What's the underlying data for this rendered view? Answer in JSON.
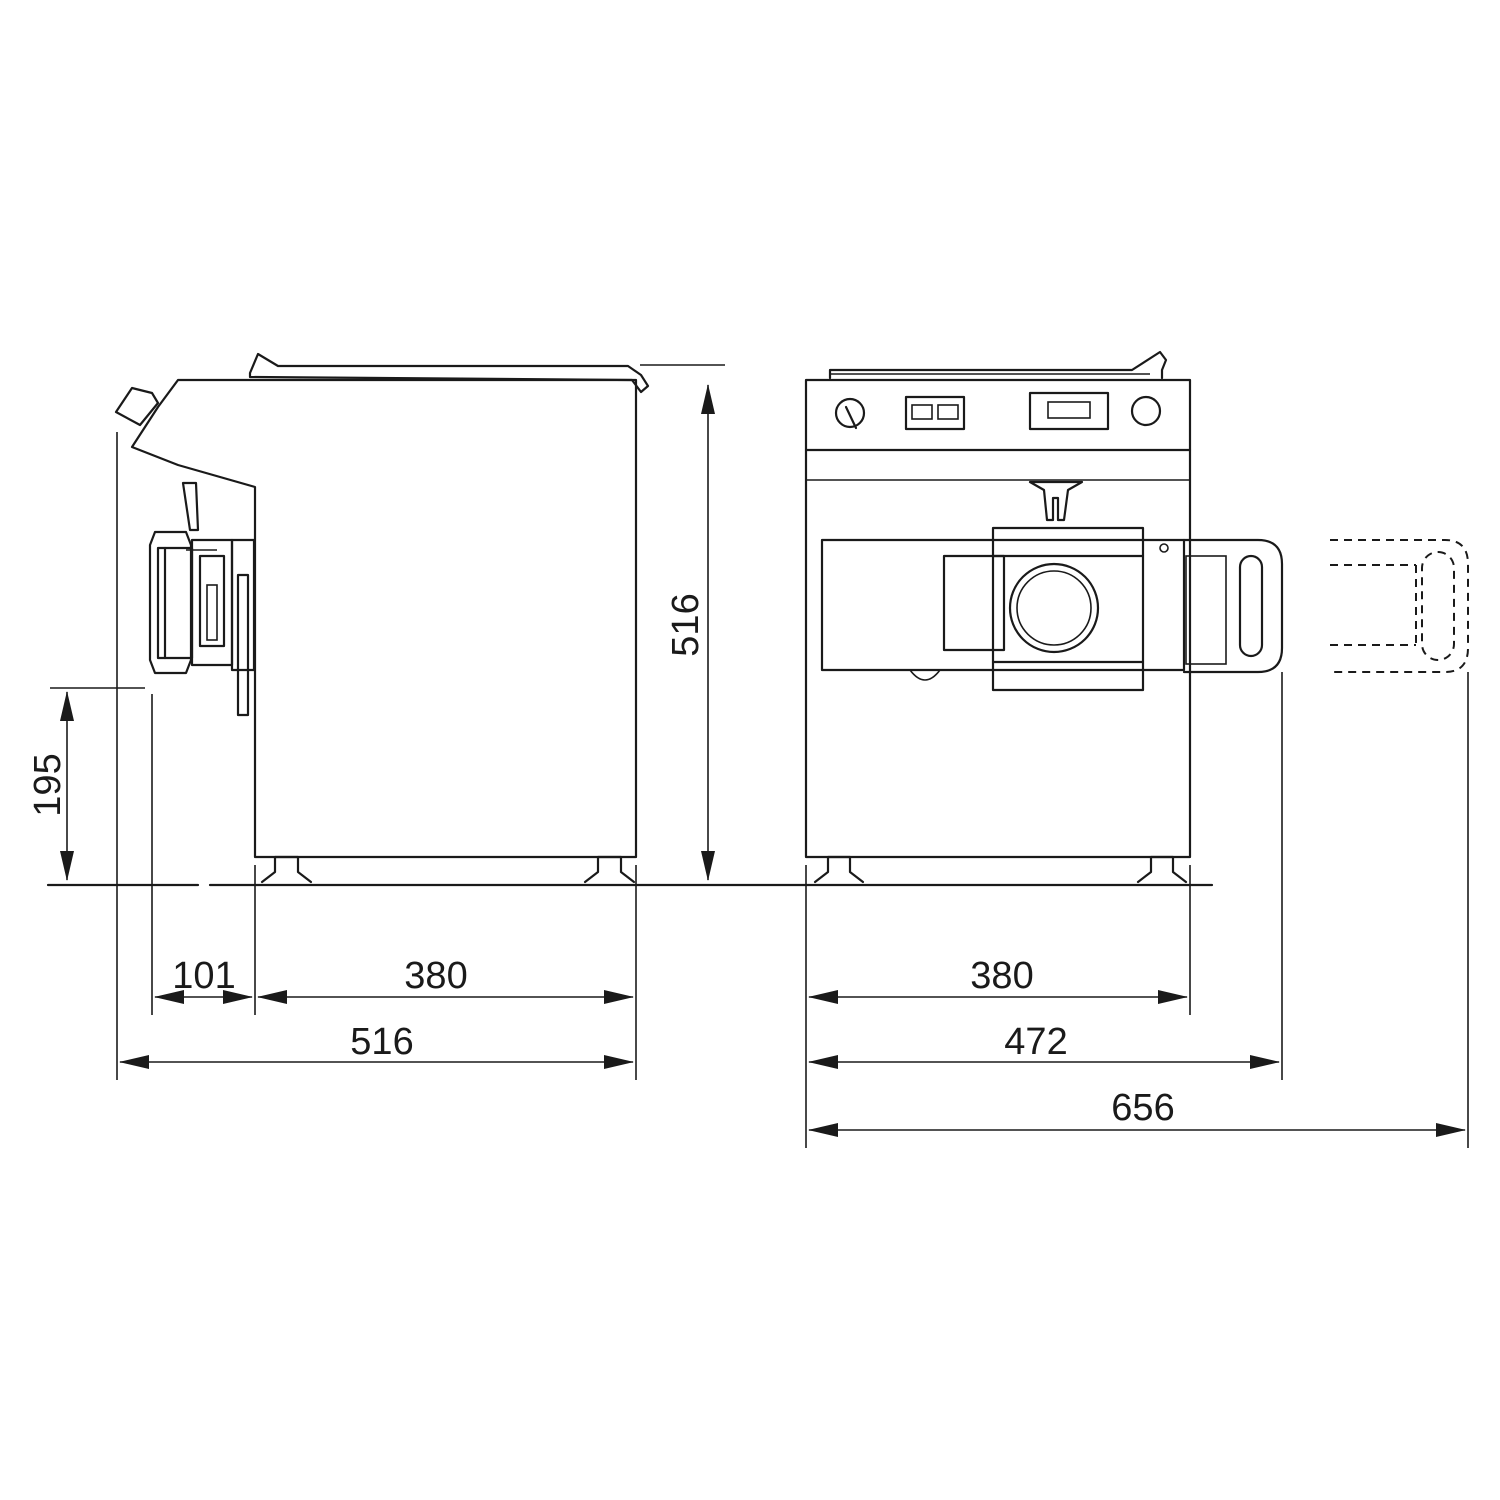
{
  "diagram": {
    "colors": {
      "line": "#1a1a1a",
      "background": "#ffffff"
    },
    "dimensions": {
      "side_height": "516",
      "outlet_height": "195",
      "side_outlet_depth": "101",
      "side_body_depth": "380",
      "side_total_depth": "516",
      "front_body_width": "380",
      "front_with_handle_width": "472",
      "front_max_width": "656"
    }
  }
}
